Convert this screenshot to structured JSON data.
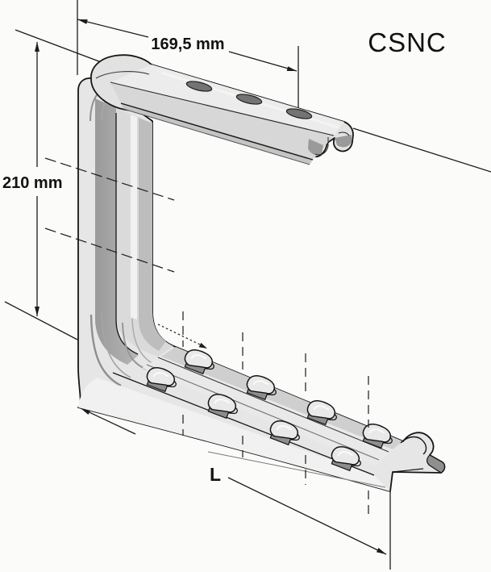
{
  "product": {
    "name": "CSNC",
    "description": "cantilever bracket technical drawing"
  },
  "dimensions": {
    "top_width": "169,5 mm",
    "left_height": "210 mm",
    "arm_length": "L"
  },
  "drawing": {
    "rail_slot_count": 3,
    "arm_tab_count": 8,
    "colors": {
      "outline": "#161616",
      "metal_light": "#e6e6e6",
      "metal_mid": "#c9c9c9",
      "metal_dark": "#a8a8a8",
      "background": "#fbfbfa"
    }
  }
}
